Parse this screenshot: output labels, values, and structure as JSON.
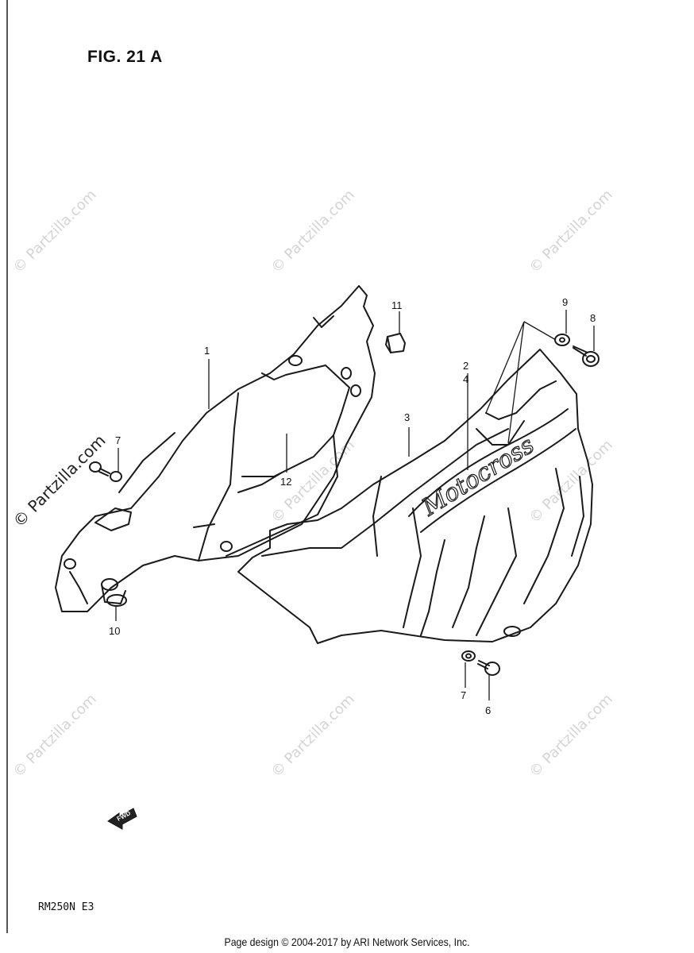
{
  "figure": {
    "title": "FIG. 21 A",
    "model": "RM250N  E3"
  },
  "footer": {
    "credit": "Page design © 2004-2017 by ARI Network Services, Inc."
  },
  "watermark": {
    "text": "© Partzilla.com"
  },
  "callouts": {
    "c1": "1",
    "c2": "2",
    "c3": "3",
    "c4": "4",
    "c6": "6",
    "c7a": "7",
    "c7b": "7",
    "c8": "8",
    "c9": "9",
    "c10": "10",
    "c11": "11",
    "c12": "12"
  },
  "decal": {
    "text": "Motocross"
  },
  "direction": {
    "label": "FWD"
  }
}
